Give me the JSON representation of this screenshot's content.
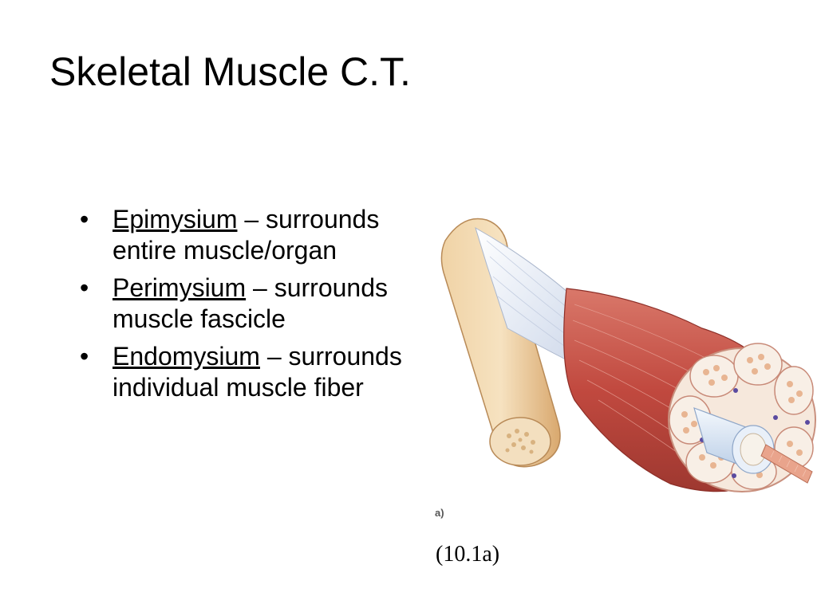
{
  "slide": {
    "title": "Skeletal Muscle C.T."
  },
  "bullets": [
    {
      "term": "Epimysium",
      "separator": " –",
      "description": "surrounds entire muscle/organ"
    },
    {
      "term": "Perimysium",
      "separator": " –",
      "description": "surrounds muscle fascicle"
    },
    {
      "term": "Endomysium",
      "separator": " –",
      "description": "surrounds individual muscle fiber"
    }
  ],
  "figure": {
    "panel_letter": "a)",
    "caption": "(10.1a)"
  }
}
